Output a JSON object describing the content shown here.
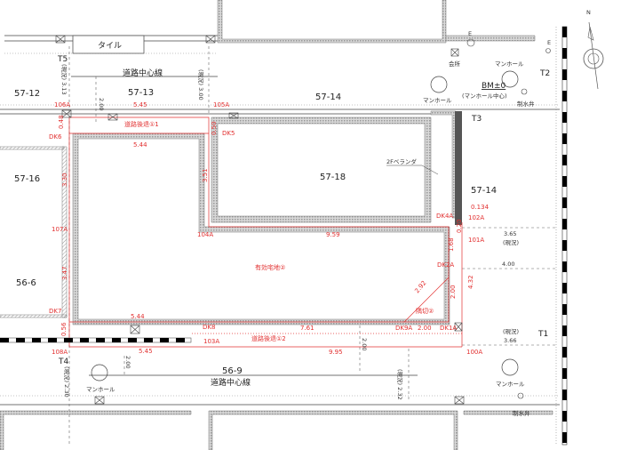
{
  "lots": {
    "l57_12": "57-12",
    "l57_13": "57-13",
    "l57_14a": "57-14",
    "l57_14b": "57-14",
    "l57_16": "57-16",
    "l57_18": "57-18",
    "l56_6": "56-6",
    "l56_9": "56-9"
  },
  "labels": {
    "tile": "タイル",
    "road_center_top": "道路中心線",
    "road_center_bottom": "道路中心線",
    "manhole1": "マンホール",
    "manhole2": "マンホール",
    "manhole3": "マンホール",
    "manhole4": "マンホール",
    "bm": "BM±0",
    "bm_note": "(マンホール中心)",
    "water_valve1": "制水弁",
    "water_valve2": "制水弁",
    "valve": "会所",
    "e1": "E",
    "e2": "E",
    "veranda": "2Fベランダ",
    "t1": "T1",
    "t2": "T2",
    "t3": "T3",
    "t4": "T4",
    "t5": "T5",
    "compass": "N"
  },
  "red": {
    "p106A": "106A",
    "p105A": "105A",
    "p107A": "107A",
    "p108A": "108A",
    "p104A": "104A",
    "p103A": "103A",
    "p102A": "102A",
    "p101A": "101A",
    "p100A": "100A",
    "dk6": "DK6",
    "dk5": "DK5",
    "dk7": "DK7",
    "dk8": "DK8",
    "dk4a": "DK4A",
    "dk2a": "DK2A",
    "dk9a": "DK9A",
    "dk1a": "DK1A",
    "d545a": "5.45",
    "d544a": "5.44",
    "d544b": "5.44",
    "d545b": "5.45",
    "d959": "9.59",
    "d761": "7.61",
    "d995": "9.95",
    "d048": "0.48",
    "d050": "0.50",
    "d330": "3.30",
    "d351": "3.51",
    "d347": "3.47",
    "d056": "0.56",
    "d0134": "0.134",
    "d020": "0.20",
    "d168": "1.68",
    "d292": "2.92",
    "d200v": "2.00",
    "d432": "4.32",
    "d200h": "2.00",
    "setback1": "道路後退①1",
    "setback2": "道路後退①2",
    "effective": "有効宅地②",
    "corner": "隅切②"
  },
  "dims": {
    "d313": "(現況) 3.13",
    "d300": "(現況) 3.00",
    "d200a": "2.00",
    "d200b": "2.00",
    "d200c": "2.00",
    "d365": "3.65",
    "genkyo1": "(現況)",
    "d400": "4.00",
    "genkyo2": "(現況)",
    "d366": "3.66",
    "d230": "(現況) 2.30",
    "d232": "(現況) 2.32"
  },
  "colors": {
    "red": "#e23030",
    "ink": "#222222"
  }
}
